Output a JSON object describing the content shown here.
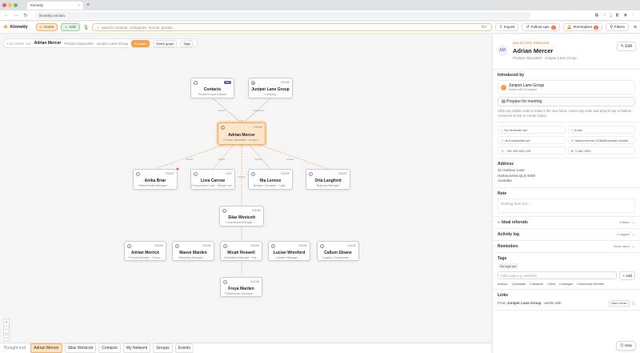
{
  "browser": {
    "tab_title": "Kinnetly",
    "url": "kinnetly.com/a/u"
  },
  "app": {
    "name": "Kinnetly",
    "home": "Home",
    "add": "Add",
    "search_placeholder": "Search contacts, companies, events, groups…",
    "search_kbd": "⌘K",
    "import": "Import",
    "followups": "Follow-ups",
    "followups_count": "2",
    "reminders": "Reminders",
    "reminders_count": "3",
    "filters": "Filters"
  },
  "focus": {
    "label": "FOCUSED ON",
    "name": "Adrian Mercer",
    "role": "Product Specialist · Juniper Lane Group",
    "chips": [
      "Focused",
      "Entire graph",
      "Tags"
    ]
  },
  "nodes": {
    "contacts": {
      "name": "Contacts",
      "sub": "People in your network",
      "count": "184"
    },
    "juniper": {
      "name": "Juniper Lane Group",
      "sub": "Company",
      "tag": "KNOW"
    },
    "adrian": {
      "name": "Adrian Mercer",
      "sub": "Product Specialist · Juniper...",
      "tag": "KNOW"
    },
    "anika": {
      "name": "Anika Briar",
      "sub": "Partner/Sales Manager · ...",
      "tag": "TRUST"
    },
    "livia": {
      "name": "Livia Carrow",
      "sub": "Procurement Lead · Juniper Lan...",
      "tag": "LIKE"
    },
    "nia": {
      "name": "Nia Lennox",
      "sub": "Design Consultant · Colla...",
      "tag": "KNOW"
    },
    "orla": {
      "name": "Orla Langford",
      "sub": "Regional Manager",
      "tag": "TRUST"
    },
    "silas": {
      "name": "Silas Westcott",
      "sub": "Commercial Manager · ...",
      "tag": "KNOW"
    },
    "merrick": {
      "name": "Adrian Merrick",
      "sub": "Product Manager · Norse...",
      "tag": "KNOW"
    },
    "maeve": {
      "name": "Maeve Marden",
      "sub": "Marketing Manager · ...",
      "tag": "KNOW"
    },
    "micah": {
      "name": "Micah Roswell",
      "sub": "Operations Manager · Hal...",
      "tag": "KNOW"
    },
    "lucian": {
      "name": "Lucian Wrenford",
      "sub": "Creative Manager · ...",
      "tag": "KNOW"
    },
    "callum": {
      "name": "Callum Sloane",
      "sub": "Logistics Coordinator · ...",
      "tag": "KNOW"
    },
    "freya": {
      "name": "Freya Marden",
      "sub": "Partnerships Manager · ...",
      "tag": "KNOW"
    }
  },
  "edges": {
    "contacts": "contact",
    "company": "works with",
    "e1": "related",
    "e2": "related",
    "e3": "related",
    "e4": "related",
    "e5": "related"
  },
  "zoom": {
    "in": "+",
    "out": "−"
  },
  "trail": {
    "label": "Thought trail:",
    "items": [
      "Adrian Mercer",
      "Silas Westcott",
      "Contacts",
      "My Network",
      "Groups",
      "Events"
    ]
  },
  "panel": {
    "selected_label": "SELECTED PERSON",
    "avatar": "AM",
    "name": "Adrian Mercer",
    "role": "Product Specialist · Juniper Lane Group",
    "edit": "Edit",
    "introduced_title": "Introduced by",
    "intro_name": "Juniper Lane Group",
    "intro_sub": "works with Company",
    "prepare": "Prepare for meeting",
    "hint": "Click any visible node to make it the new focus. Hover any node and drag its top or bottom connector to link or create nodes.",
    "facts": [
      "No reminder set",
      "Know",
      "Not contacted yet",
      "adrian.mercer.1248@example.invalid",
      "+61 499 625 125",
      "1 Jan 1990"
    ],
    "address_title": "Address",
    "address_lines": [
      "31 Harbour Lane",
      "Harbourview QLD 4000",
      "Australia"
    ],
    "note_title": "Note",
    "note_placeholder": "Nothing here yet…",
    "ideal_title": "Ideal referrals",
    "ideal_count": "0 listed",
    "activity_title": "Activity log",
    "activity_count": "0 logged",
    "reminders_title": "Reminders",
    "reminders_count": "None open",
    "tags_title": "Tags",
    "tags_none": "No tags yet",
    "tags_placeholder": "Add a tag (e.g. investor)",
    "tags_add": "+ Add",
    "tags_suggestions": [
      "Advisor",
      "Candidate",
      "Champion",
      "Client",
      "Colleague",
      "Community Member"
    ],
    "links_title": "Links",
    "links_from": "From",
    "links_company": "Juniper Lane Group",
    "links_rel": "· works with",
    "links_mark": "Mark former"
  },
  "help": "Help"
}
